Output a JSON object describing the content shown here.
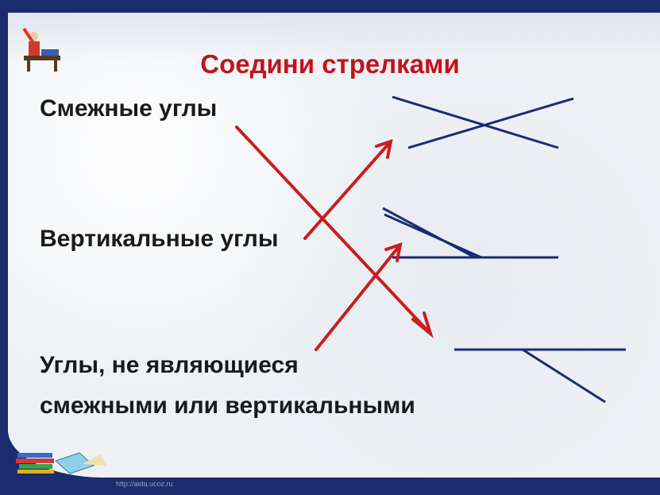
{
  "title": "Соедини стрелками",
  "labels": {
    "item1": "Смежные углы",
    "item2": "Вертикальные углы",
    "item3_line1": "Углы, не являющиеся",
    "item3_line2": "смежными или вертикальными"
  },
  "footer_url": "http://aida.ucoz.ru",
  "colors": {
    "title": "#c0141c",
    "arrows": "#c81e1e",
    "figures": "#1a2a78",
    "background_frame": "#1b2d6e"
  },
  "icons": [
    "pupil-at-desk-icon",
    "books-icon"
  ]
}
